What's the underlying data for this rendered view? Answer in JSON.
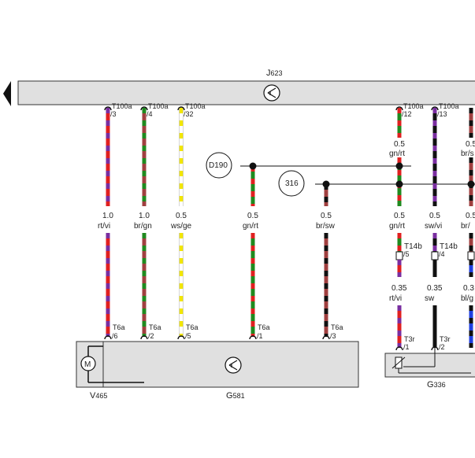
{
  "components": {
    "top": {
      "label": "J623",
      "prefix": "J",
      "sub": "623"
    },
    "left_box": {
      "label": "G581",
      "prefix": "G",
      "sub": "581"
    },
    "motor": {
      "label": "V465",
      "prefix": "V",
      "sub": "465",
      "symbol": "M"
    },
    "right_box": {
      "label": "G336",
      "prefix": "G",
      "sub": "336"
    }
  },
  "nodes": {
    "d190": "D190",
    "n316": "316"
  },
  "wires": [
    {
      "top_conn": "T100a",
      "top_pin": "/3",
      "size": "1.0",
      "color": "rt/vi",
      "c1": "#e02020",
      "c2": "#7a2ea0",
      "bot_conn": "T6a",
      "bot_pin": "/6"
    },
    {
      "top_conn": "T100a",
      "top_pin": "/4",
      "size": "1.0",
      "color": "br/gn",
      "c1": "#a04040",
      "c2": "#1f8a1f",
      "bot_conn": "T6a",
      "bot_pin": "/2"
    },
    {
      "top_conn": "T100a",
      "top_pin": "/32",
      "size": "0.5",
      "color": "ws/ge",
      "c1": "#ffffff",
      "c2": "#f2e600",
      "bot_conn": "T6a",
      "bot_pin": "/5"
    },
    {
      "top_conn": "",
      "top_pin": "",
      "size": "0.5",
      "color": "gn/rt",
      "c1": "#1f8a1f",
      "c2": "#e02020",
      "bot_conn": "T6a",
      "bot_pin": "/1"
    },
    {
      "top_conn": "",
      "top_pin": "",
      "size": "0.5",
      "color": "br/sw",
      "c1": "#a04040",
      "c2": "#111111",
      "bot_conn": "T6a",
      "bot_pin": "/3"
    }
  ],
  "right_wires": [
    {
      "top_conn": "T100a",
      "top_pin": "/12",
      "size_a": "0.5",
      "color_a": "gn/rt",
      "size_b": "0.5",
      "color_b": "gn/rt",
      "mid_conn": "T14b",
      "mid_pin": "/5",
      "size_c": "0.35",
      "color_c": "rt/vi",
      "bot_conn": "T3r",
      "bot_pin": "/1"
    },
    {
      "top_conn": "T100a",
      "top_pin": "/13",
      "size_b": "0.5",
      "color_b": "sw/vi",
      "mid_conn": "T14b",
      "mid_pin": "/4",
      "size_c": "0.35",
      "color_c": "sw",
      "bot_conn": "T3r",
      "bot_pin": "/2"
    },
    {
      "size_a": "0.5",
      "color_a": "br/s",
      "size_b": "0.5",
      "color_b": "br/",
      "size_c": "0.3",
      "color_c": "bl/g"
    }
  ]
}
